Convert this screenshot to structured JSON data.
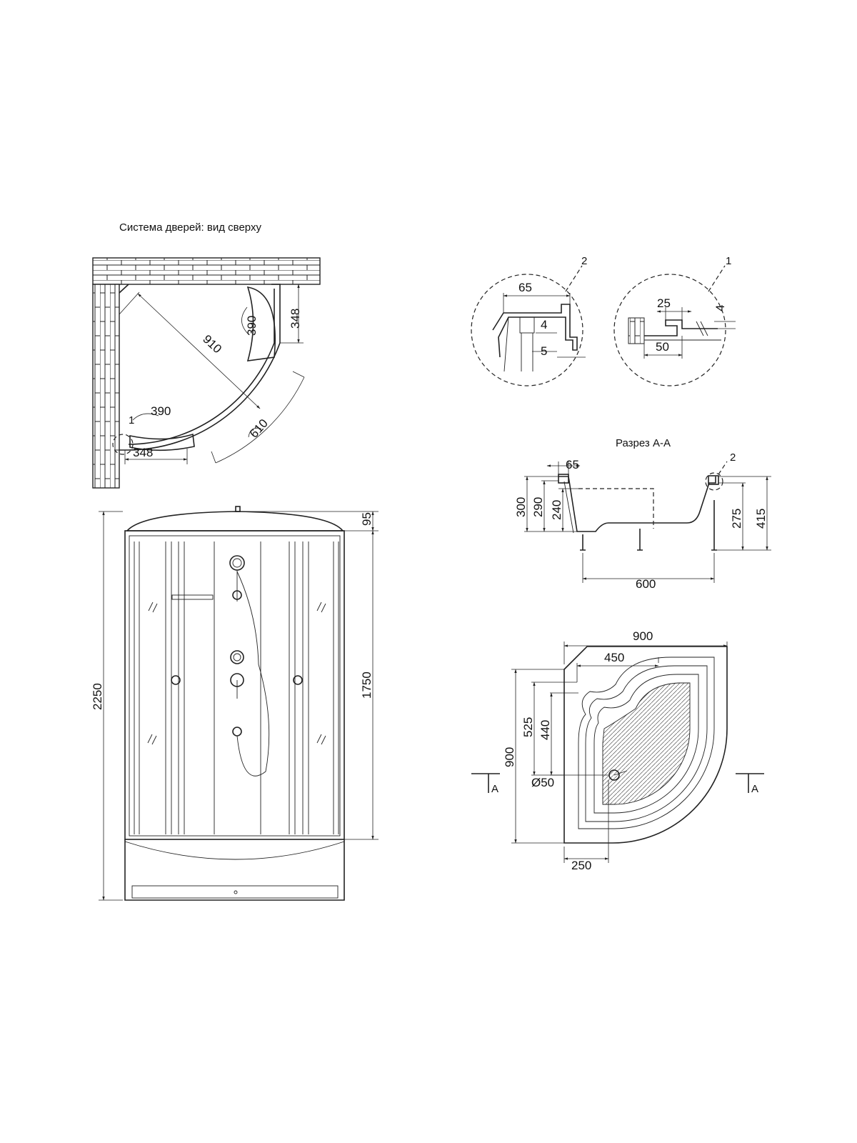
{
  "titles": {
    "top_view": "Система дверей: вид сверху",
    "section": "Разрез А-А"
  },
  "dims": {
    "d910": "910",
    "d390": "390",
    "d348": "348",
    "d610": "610",
    "d2250": "2250",
    "d1750": "1750",
    "d95": "95",
    "d65": "65",
    "d4": "4",
    "d5": "5",
    "d25": "25",
    "d50": "50",
    "d300": "300",
    "d290": "290",
    "d240": "240",
    "d275": "275",
    "d415": "415",
    "d600": "600",
    "d900": "900",
    "d450": "450",
    "d525": "525",
    "d440": "440",
    "dphi50": "Ø50",
    "d250": "250"
  },
  "callouts": {
    "c1": "1",
    "c2": "2"
  },
  "section_marks": {
    "a": "А"
  }
}
